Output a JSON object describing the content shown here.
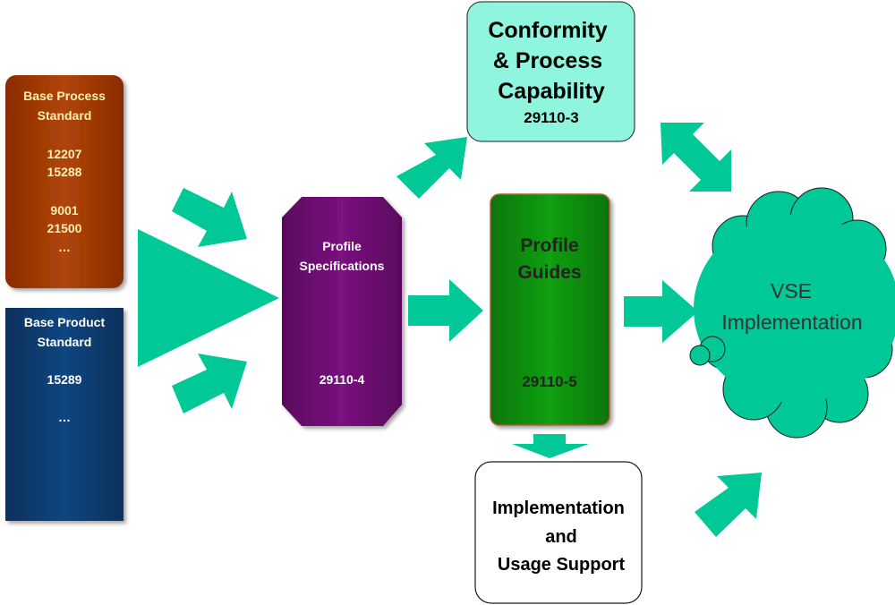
{
  "boxes": {
    "base_process": {
      "title_line1": "Base Process",
      "title_line2": "Standard",
      "items": [
        "12207",
        "15288",
        "9001",
        "21500",
        "…"
      ]
    },
    "base_product": {
      "title_line1": "Base Product",
      "title_line2": "Standard",
      "items": [
        "15289",
        "…"
      ]
    },
    "profile_specs": {
      "line1": "Profile",
      "line2": "Specifications",
      "code": "29110-4"
    },
    "profile_guides": {
      "line1": "Profile",
      "line2": "Guides",
      "code": "29110-5"
    },
    "conformity": {
      "line1": "Conformity",
      "line2": "& Process",
      "line3": "Capability",
      "code": "29110-3"
    },
    "support": {
      "line1": "Implementation",
      "line2": "and",
      "line3": "Usage Support"
    },
    "vse": {
      "line1": "VSE",
      "line2": "Implementation"
    }
  },
  "colors": {
    "arrow": "#00c896",
    "process": "#a33a06",
    "product": "#0b3a6e",
    "specs": "#6c0a70",
    "guides": "#0a8a0a",
    "conformity": "#8ff5de",
    "cloud": "#00c896",
    "label_yellow": "#fff2b0"
  }
}
